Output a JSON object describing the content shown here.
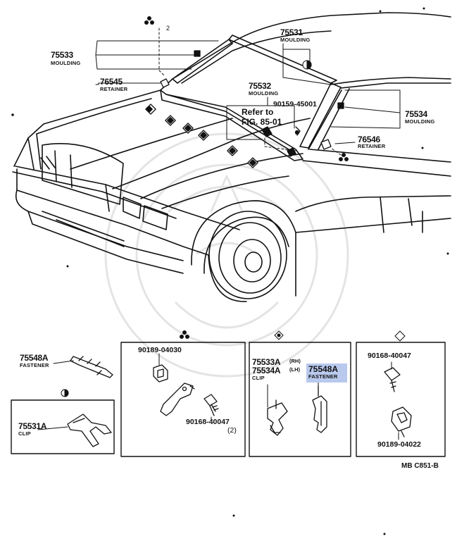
{
  "callouts": {
    "p75533": {
      "number": "75533",
      "name": "MOULDING"
    },
    "p76545": {
      "number": "76545",
      "name": "RETAINER"
    },
    "p75531": {
      "number": "75531",
      "name": "MOULDING"
    },
    "p75532": {
      "number": "75532",
      "name": "MOULDING"
    },
    "p90159": {
      "number": "90159-45001"
    },
    "refer": {
      "line1": "Refer to",
      "line2": "FIG. 85-01"
    },
    "p75534": {
      "number": "75534",
      "name": "MOULDING"
    },
    "p76546": {
      "number": "76546",
      "name": "RETAINER"
    }
  },
  "boxes": {
    "b75548a_left": {
      "number": "75548A",
      "name": "FASTENER"
    },
    "b75531a": {
      "number": "75531A",
      "name": "CLIP"
    },
    "b90189_04030": {
      "number": "90189-04030"
    },
    "b90168_40047": {
      "number": "90168-40047",
      "qty": "(2)"
    },
    "b75533a": {
      "number": "75533A",
      "side": "(RH)"
    },
    "b75534a": {
      "number": "75534A",
      "side": "(LH)",
      "name": "CLIP"
    },
    "b75548a_sel": {
      "number": "75548A",
      "name": "FASTENER"
    },
    "b90168_40047_r": {
      "number": "90168-40047"
    },
    "b90189_04022": {
      "number": "90189-04022"
    }
  },
  "figure_code": "MB C851-B",
  "small_mark": "2",
  "highlight_color": "#b9c9ee"
}
